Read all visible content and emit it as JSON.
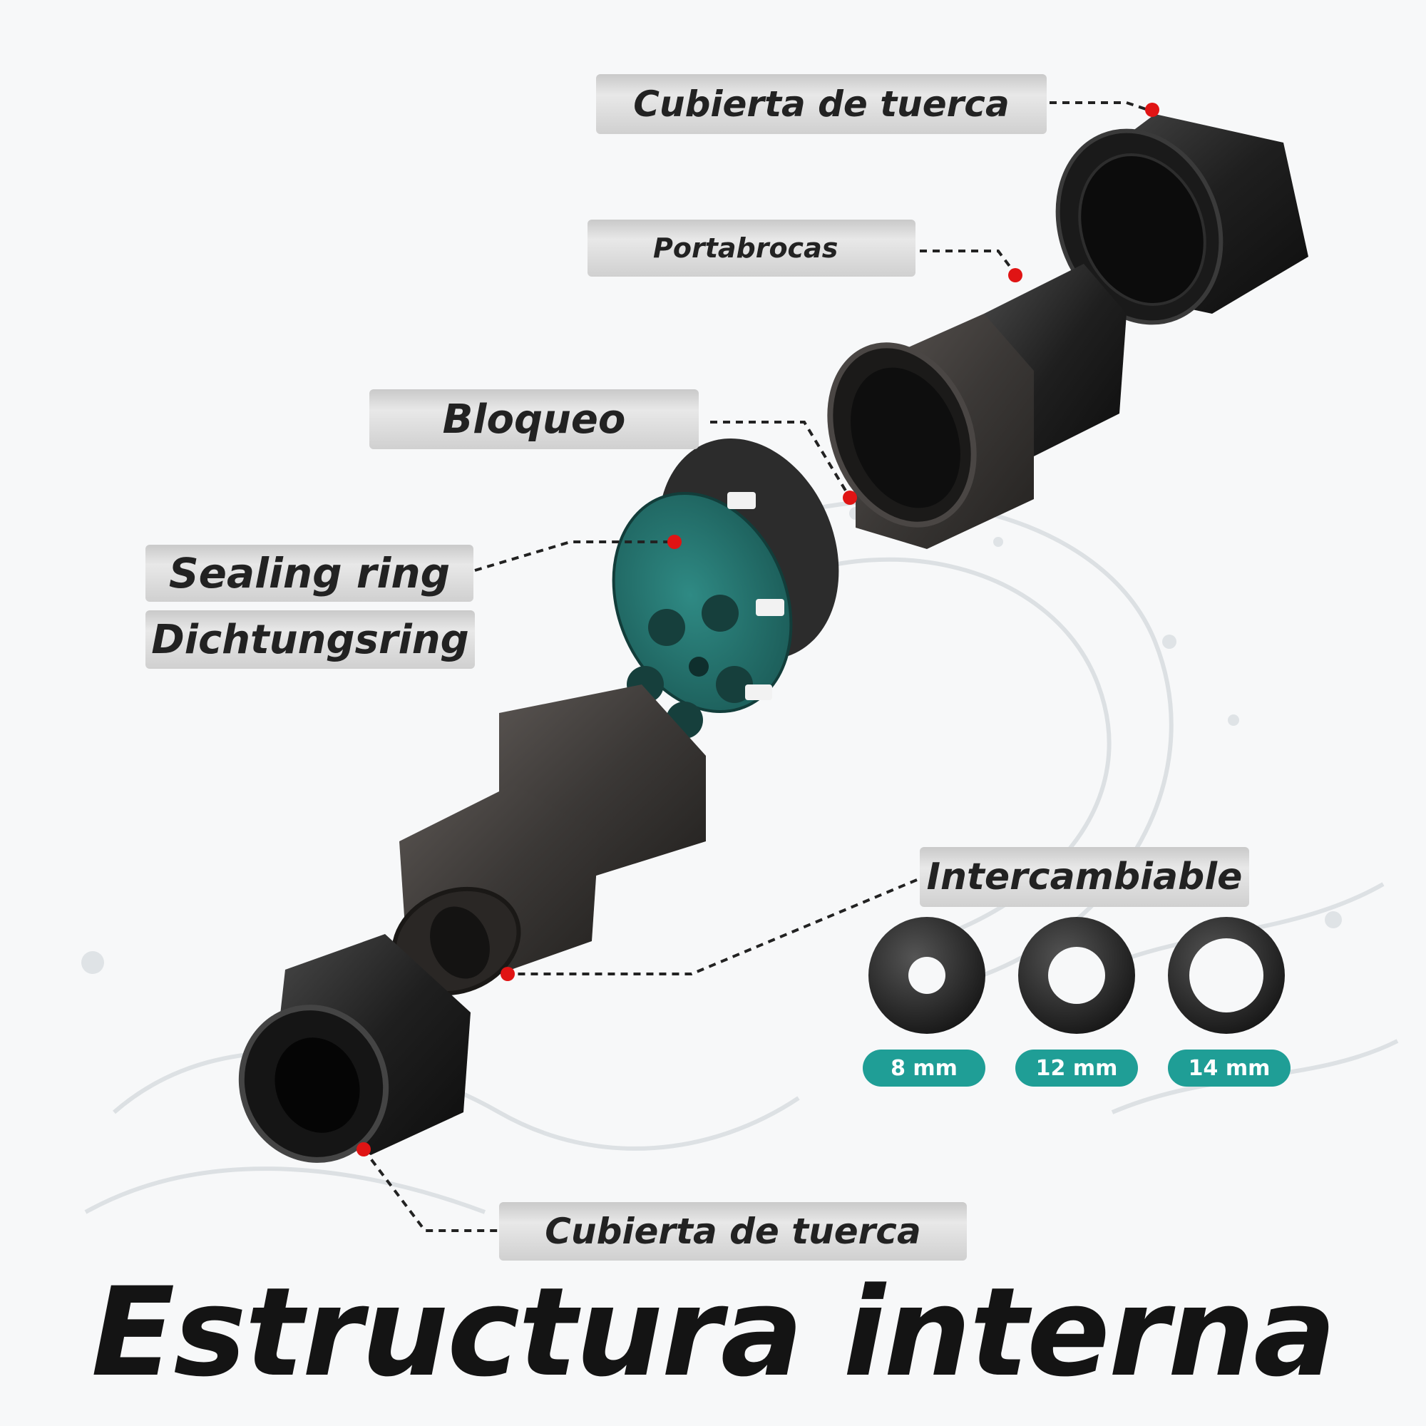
{
  "labels": {
    "nut_cover_top": "Cubierta de tuerca",
    "chuck": "Portabrocas",
    "lock": "Bloqueo",
    "sealing_ring": "Sealing ring",
    "sealing_ring_de": "Dichtungsring",
    "interchangeable": "Intercambiable",
    "nut_cover_bottom": "Cubierta de tuerca"
  },
  "sizes": [
    "8 mm",
    "12 mm",
    "14 mm"
  ],
  "title": "Estructura interna",
  "colors": {
    "plastic": "#2a2a2a",
    "teal_part": "#2d7f7a",
    "pill": "#1f9e96",
    "marker": "#e01414"
  }
}
